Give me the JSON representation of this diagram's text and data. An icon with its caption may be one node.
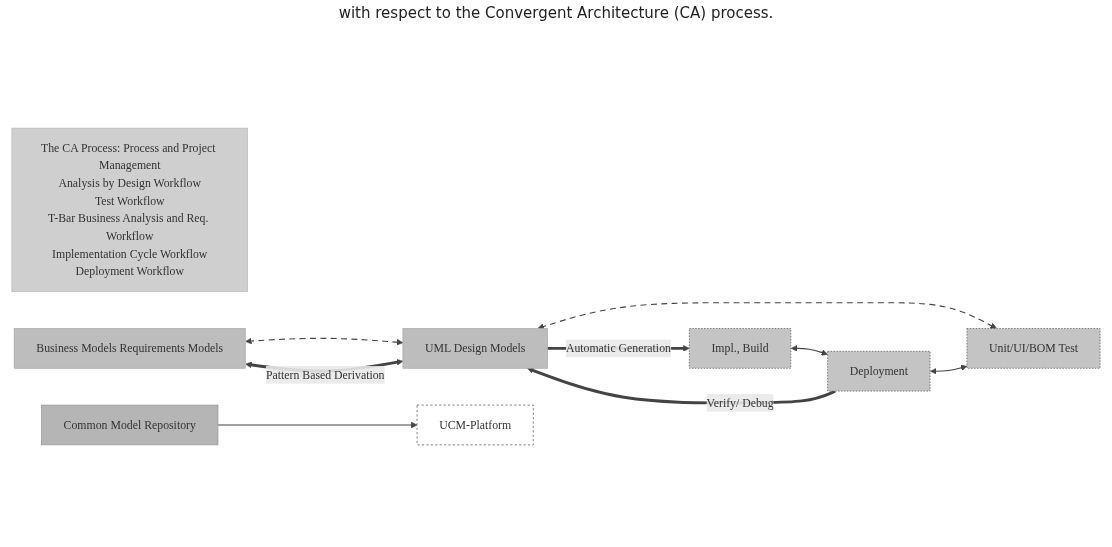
{
  "diagram": {
    "caption": "with respect to the Convergent Architecture (CA) process.",
    "nodes": [
      {
        "text": [
          "The CA Process: Process and Project Management",
          "Analysis by Design Workflow",
          "Test Workflow",
          "T-Bar Business Analysis and Req. Workflow",
          "Implementation Cycle Workflow",
          "Deployment Workflow"
        ]
      },
      {
        "text": [
          "Business Models Requirements Models"
        ]
      },
      {
        "text": [
          "UML Design Models"
        ]
      },
      {
        "text": [
          "Unit/UI/BOM Test"
        ]
      },
      {
        "text": [
          "Deployment"
        ]
      },
      {
        "text": [
          "Impl., Build"
        ]
      },
      {
        "text": [
          "Common Model Repository"
        ]
      },
      {
        "text": [
          "UCM-Platform"
        ]
      }
    ],
    "edges": [
      {
        "from": 1,
        "to": 2,
        "arrow": "both",
        "style": "dashed"
      },
      {
        "from": 2,
        "to": 3,
        "arrow": "both",
        "style": "dashed"
      },
      {
        "from": 1,
        "to": 2,
        "arrow": "both",
        "label": "Pattern Based Derivation",
        "style": "thick"
      },
      {
        "from": 4,
        "to": 2,
        "arrow": "to",
        "label": "Verify/ Debug",
        "style": "thick"
      },
      {
        "from": 2,
        "to": 5,
        "arrow": "to",
        "label": "Automatic Generation",
        "style": "thick"
      },
      {
        "from": 5,
        "to": 4,
        "arrow": "both"
      },
      {
        "from": 4,
        "to": 3,
        "arrow": "both"
      },
      {
        "from": 6,
        "to": 7,
        "arrow": "to"
      }
    ]
  }
}
